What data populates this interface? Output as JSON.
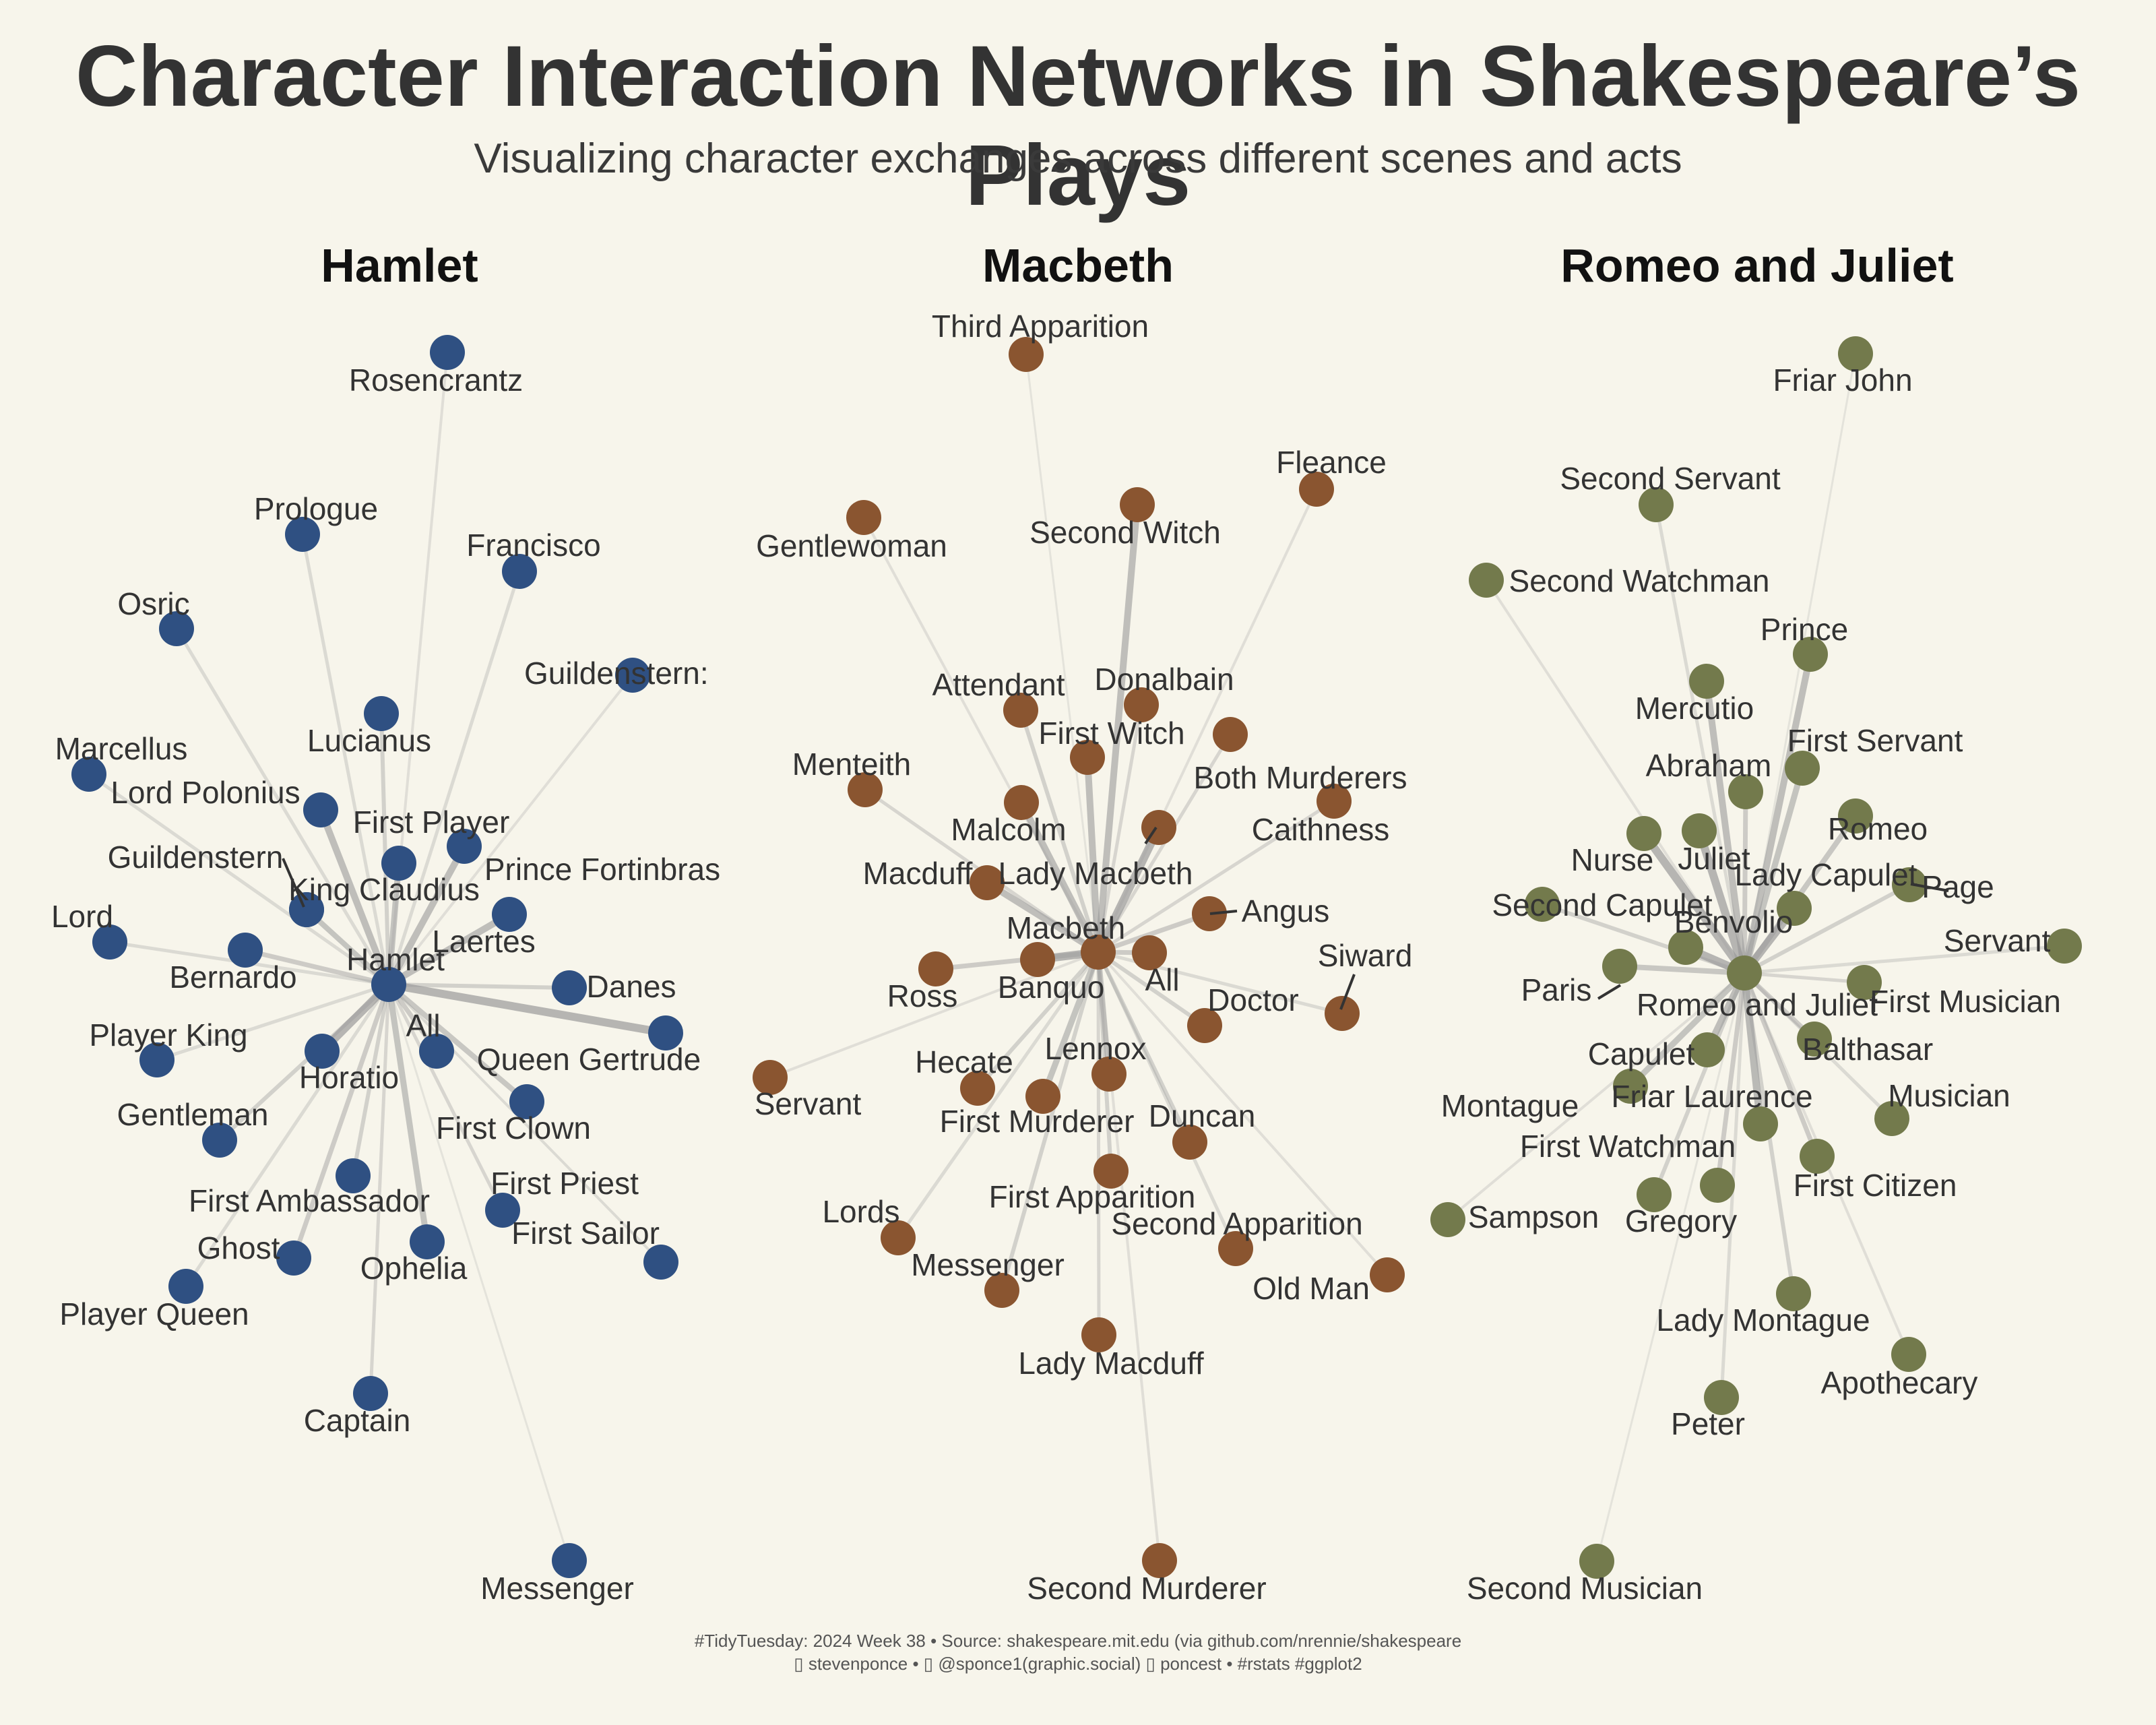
{
  "title": "Character Interaction Networks in Shakespeare’s Plays",
  "subtitle": "Visualizing character exchanges across different scenes and acts",
  "caption_line1": "#TidyTuesday: 2024 Week 38 • Source: shakespeare.mit.edu (via github.com/nrennie/shakespeare",
  "caption_line2": "▯ stevenponce • ▯ @sponce1(graphic.social) ▯ poncest • #rstats #ggplot2",
  "colors": {
    "hamlet": "#2f5082",
    "macbeth": "#8a5530",
    "romeo": "#737a4c",
    "edge": "#9a9a9a",
    "background": "#f7f5eb"
  },
  "panels": [
    {
      "title": "Hamlet",
      "hub": "Hamlet",
      "nodes": [
        "Hamlet",
        "Rosencrantz",
        "Prologue",
        "Francisco",
        "Osric",
        "Guildenstern:",
        "Lucianus",
        "Marcellus",
        "Lord Polonius",
        "First Player",
        "Prince Fortinbras",
        "Guildenstern",
        "King Claudius",
        "Laertes",
        "Lord",
        "Bernardo",
        "Danes",
        "All",
        "Player King",
        "Horatio",
        "Queen Gertrude",
        "First Clown",
        "Gentleman",
        "First Priest",
        "First Ambassador",
        "First Sailor",
        "Ghost",
        "Ophelia",
        "Player Queen",
        "Captain",
        "Messenger"
      ]
    },
    {
      "title": "Macbeth",
      "hub": "Macbeth",
      "nodes": [
        "Macbeth",
        "Third Apparition",
        "Fleance",
        "Gentlewoman",
        "Second Witch",
        "Attendant",
        "Donalbain",
        "First Witch",
        "Both Murderers",
        "Menteith",
        "Caithness",
        "Malcolm",
        "Lady Macbeth",
        "Macduff",
        "Angus",
        "Siward",
        "Ross",
        "Banquo",
        "All",
        "Doctor",
        "Servant",
        "Hecate",
        "Lennox",
        "First Murderer",
        "Duncan",
        "First Apparition",
        "Lords",
        "Second Apparition",
        "Messenger",
        "Old Man",
        "Lady Macduff",
        "Second Murderer"
      ]
    },
    {
      "title": "Romeo and Juliet",
      "hub": "Romeo and Juliet",
      "nodes": [
        "Romeo and Juliet",
        "Friar John",
        "Second Servant",
        "Second Watchman",
        "Prince",
        "Mercutio",
        "First Servant",
        "Abraham",
        "Romeo",
        "Nurse",
        "Juliet",
        "Lady Capulet",
        "Page",
        "Second Capulet",
        "Benvolio",
        "Servant",
        "Paris",
        "First Musician",
        "Balthasar",
        "Capulet",
        "Montague",
        "Friar Laurence",
        "Musician",
        "First Watchman",
        "First Citizen",
        "Gregory",
        "Sampson",
        "Lady Montague",
        "Apothecary",
        "Peter",
        "Second Musician"
      ]
    }
  ]
}
